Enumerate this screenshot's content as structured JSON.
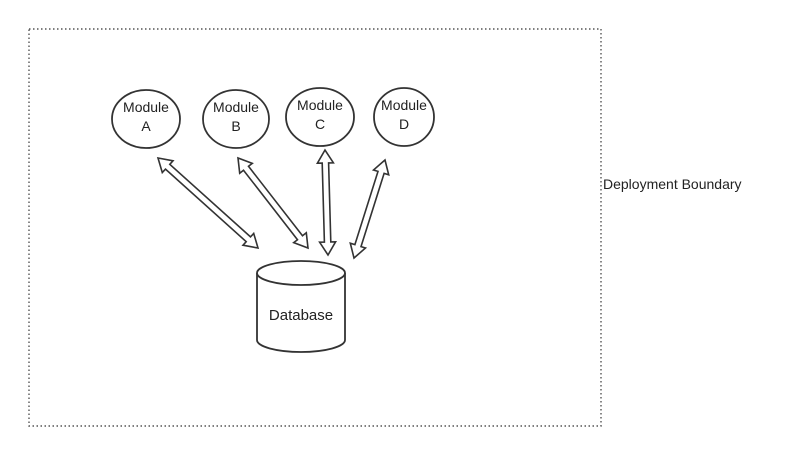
{
  "boundary": {
    "label": "Deployment Boundary"
  },
  "modules": [
    {
      "id": "A",
      "line1": "Module",
      "line2": "A"
    },
    {
      "id": "B",
      "line1": "Module",
      "line2": "B"
    },
    {
      "id": "C",
      "line1": "Module",
      "line2": "C"
    },
    {
      "id": "D",
      "line1": "Module",
      "line2": "D"
    }
  ],
  "database": {
    "label": "Database"
  },
  "connections": [
    {
      "from": "A",
      "to": "Database",
      "direction": "bidirectional"
    },
    {
      "from": "B",
      "to": "Database",
      "direction": "bidirectional"
    },
    {
      "from": "C",
      "to": "Database",
      "direction": "bidirectional"
    },
    {
      "from": "D",
      "to": "Database",
      "direction": "bidirectional"
    }
  ],
  "colors": {
    "stroke": "#333333",
    "boundary": "#555555",
    "text": "#222222"
  }
}
